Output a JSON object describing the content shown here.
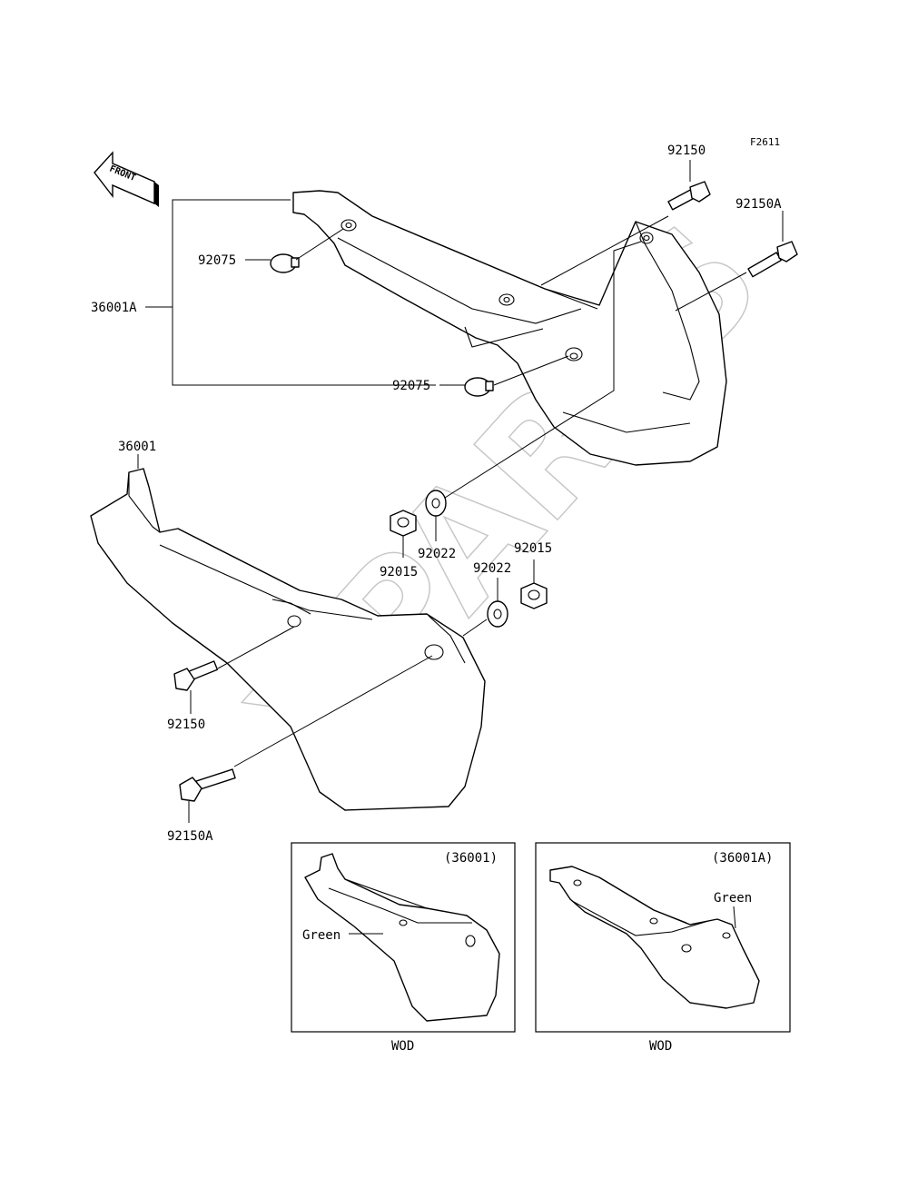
{
  "figure_code": "F2611",
  "front_label": "FRONT",
  "watermark": "XPARTS",
  "callouts": {
    "p92150_top": "92150",
    "p92150a_top": "92150A",
    "p92075_upper": "92075",
    "p92075_lower": "92075",
    "p36001a": "36001A",
    "p36001": "36001",
    "p92015_left": "92015",
    "p92022_left": "92022",
    "p92022_right": "92022",
    "p92015_right": "92015",
    "p92150_bottom": "92150",
    "p92150a_bottom": "92150A"
  },
  "insets": [
    {
      "ref": "(36001)",
      "color_label": "Green",
      "caption": "WOD"
    },
    {
      "ref": "(36001A)",
      "color_label": "Green",
      "caption": "WOD"
    }
  ]
}
